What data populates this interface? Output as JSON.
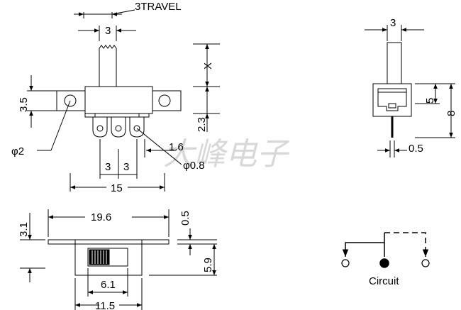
{
  "labels": {
    "travel": "3TRAVEL",
    "top_width": "3",
    "x_label": "X",
    "d35": "3.5",
    "phi2": "φ2",
    "d23": "2.3",
    "d16": "1.6",
    "phi08": "φ0.8",
    "pitch_a": "3",
    "pitch_b": "3",
    "d15": "15",
    "side_top": "3",
    "side_5": "5",
    "side_8": "8",
    "side_05": "0.5",
    "d196": "19.6",
    "d05b": "0.5",
    "d31": "3.1",
    "d59": "5.9",
    "d61": "6.1",
    "d115": "11.5",
    "circuit": "Circuit",
    "watermark": "大峰电子"
  }
}
